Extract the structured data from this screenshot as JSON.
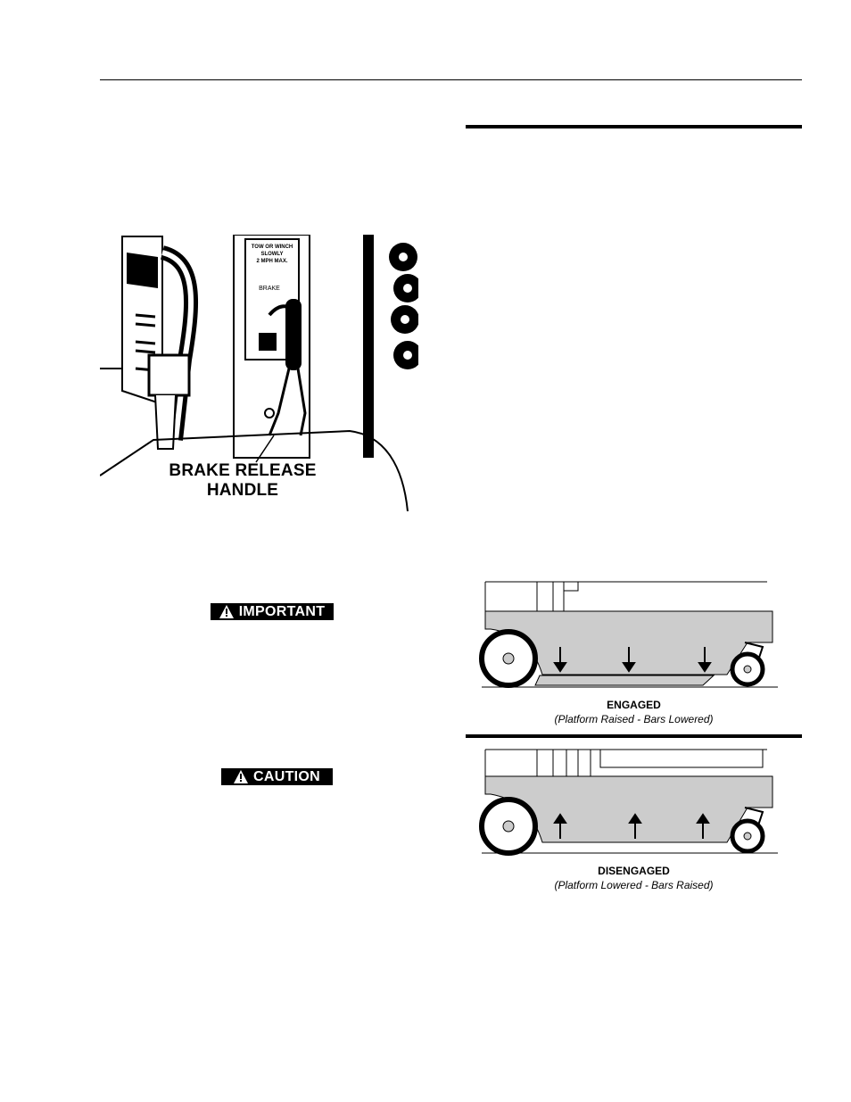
{
  "photo": {
    "label_line1": "BRAKE RELEASE",
    "label_line2": "HANDLE",
    "decal_line1": "TOW OR WINCH",
    "decal_line2": "SLOWLY",
    "decal_line3": "2 MPH MAX.",
    "decal_brake": "BRAKE"
  },
  "notices": {
    "important": "IMPORTANT",
    "caution": "CAUTION"
  },
  "diagram_engaged": {
    "title": "ENGAGED",
    "subtitle": "(Platform Raised - Bars Lowered)"
  },
  "diagram_disengaged": {
    "title": "DISENGAGED",
    "subtitle": "(Platform Lowered - Bars Raised)"
  },
  "colors": {
    "chassis_fill": "#cccccc",
    "badge_bg": "#000000"
  }
}
